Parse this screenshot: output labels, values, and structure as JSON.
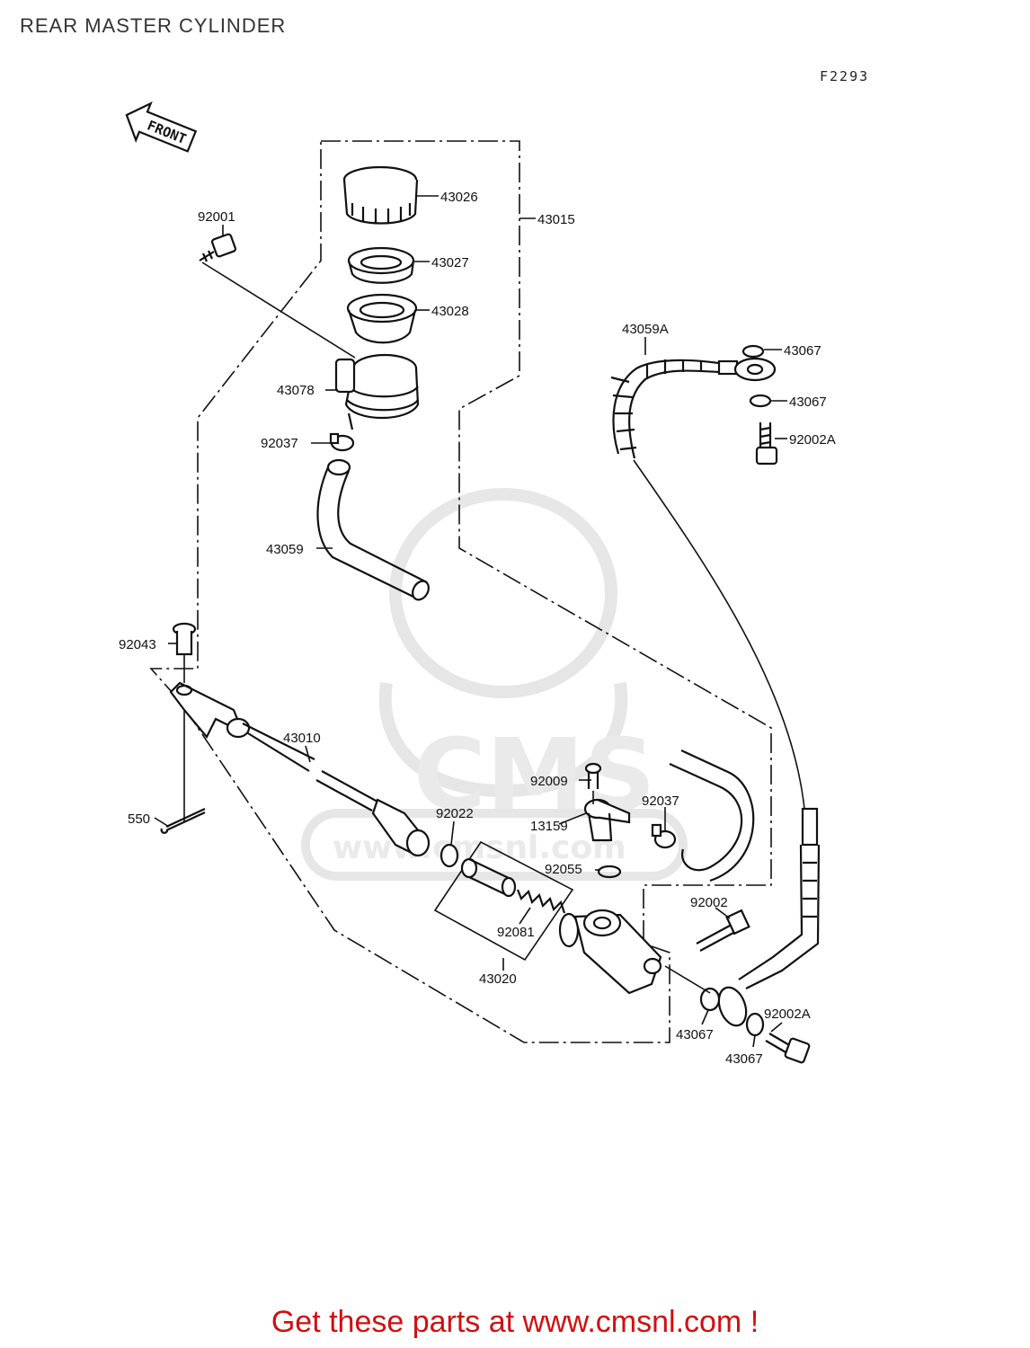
{
  "title": "REAR MASTER CYLINDER",
  "figure_code": "F2293",
  "front_arrow_label": "FRONT",
  "watermark": {
    "logo_text": "CMS",
    "url_text": "www.cmsnl.com"
  },
  "footer": {
    "text": "Get these parts at www.cmsnl.com !",
    "color": "#d01010"
  },
  "parts": {
    "p43026": "43026",
    "p43015": "43015",
    "p92001": "92001",
    "p43027": "43027",
    "p43028": "43028",
    "p43078": "43078",
    "p92037a": "92037",
    "p43059": "43059",
    "p43059A": "43059A",
    "p43067a": "43067",
    "p43067b": "43067",
    "p92002Aa": "92002A",
    "p92043": "92043",
    "p43010": "43010",
    "p550": "550",
    "p92022": "92022",
    "p92009": "92009",
    "p13159": "13159",
    "p92037b": "92037",
    "p92055": "92055",
    "p92081": "92081",
    "p43020": "43020",
    "p92002": "92002",
    "p43067c": "43067",
    "p92002Ab": "92002A",
    "p43067d": "43067"
  }
}
